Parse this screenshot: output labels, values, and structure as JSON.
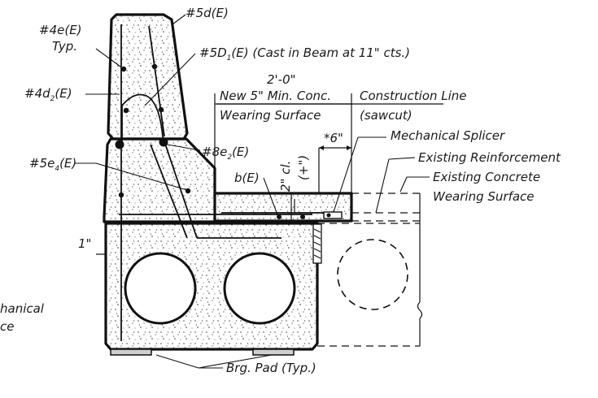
{
  "labels": {
    "bar_4e": "#4e(E)",
    "typ": "Typ.",
    "bar_5d": "#5d(E)",
    "bar_5D1_main": "#5D",
    "bar_5D1_sub": "1",
    "bar_5D1_rest": "(E) (Cast in Beam at 11\" cts.)",
    "bar_4d2_main": "#4d",
    "bar_4d2_sub": "2",
    "bar_4d2_rest": "(E)",
    "dim_2ft": "2'-0\"",
    "new_min_conc": "New 5\" Min. Conc.",
    "wearing_surface": "Wearing Surface",
    "construction_line": "Construction Line",
    "sawcut": "(sawcut)",
    "dim_6": "*6\"",
    "mechanical_splicer": "Mechanical Splicer",
    "bar_8e2_main": "#8e",
    "bar_8e2_sub": "2",
    "bar_8e2_rest": "(E)",
    "existing_reinforcement": "Existing Reinforcement",
    "bar_5e4_main": "#5e",
    "bar_5e4_sub": "4",
    "bar_5e4_rest": "(E)",
    "existing_concrete": "Existing Concrete",
    "existing_wearing_surface": "Wearing Surface",
    "bar_b": "b(E)",
    "dim_clear": "2\" cl.",
    "dim_plus": "(+\")",
    "dim_1": "1\"",
    "mech_left_1": "hanical",
    "mech_left_2": "ce",
    "brg_pad": "Brg. Pad (Typ.)"
  }
}
